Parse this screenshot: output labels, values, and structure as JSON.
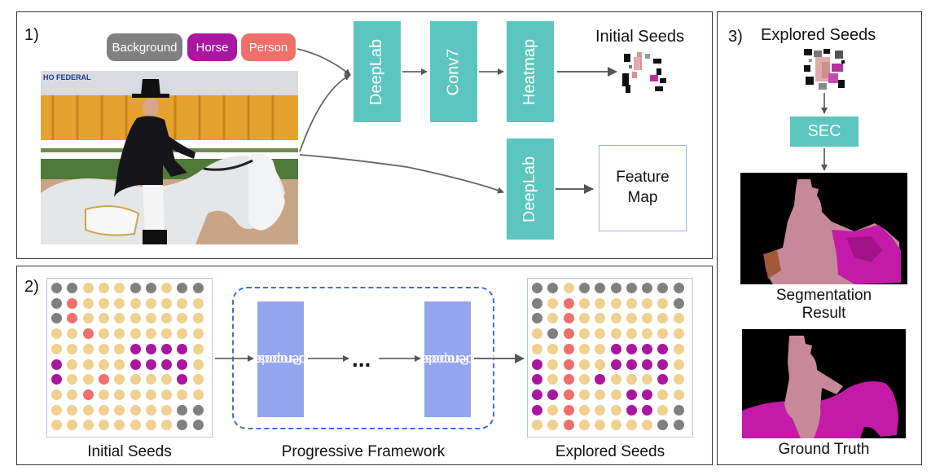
{
  "colors": {
    "background_class": "#808080",
    "horse_class": "#a9169f",
    "person_class": "#ef6f6a",
    "unlabeled": "#f0d08e",
    "conv_block": "#5cc5c0",
    "autoencoder_block": "#93a5ee",
    "dashed_border": "#3b6fd9"
  },
  "panel1": {
    "label": "1)",
    "legend": {
      "background": "Background",
      "horse": "Horse",
      "person": "Person"
    },
    "blocks": {
      "deeplab_top": "DeepLab",
      "conv7": "Conv7",
      "heatmap": "Heatmap",
      "deeplab_bottom": "DeepLab"
    },
    "initial_seeds_title": "Initial Seeds",
    "feature_map_line1": "Feature",
    "feature_map_line2": "Map",
    "photo_sign_text": "HO FEDERAL"
  },
  "panel2": {
    "label": "2)",
    "ae1_line1": "Proposed",
    "ae1_line2": "Autoencoder",
    "ae2_line1": "Proposed",
    "ae2_line2": "Autoencoder",
    "ellipsis": "...",
    "caption_initial": "Initial Seeds",
    "caption_framework": "Progressive Framework",
    "caption_explored": "Explored Seeds",
    "initial_grid": [
      "GGSSSGGSGG",
      "GPSSSSSSSS",
      "GPSSSSSSSS",
      "SSPSSSSSSS",
      "SSSSSHHHHS",
      "HSSSSHHHHS",
      "HSSPSSSSHS",
      "SSPSSSSSSS",
      "SSSSSSSSGG",
      "SSSSSSSSGG"
    ],
    "explored_grid": [
      "GGSGGGGGGG",
      "GSPSSSSSSG",
      "GSPSSSSSSS",
      "SGPSSSSSSS",
      "SSPSSHHHHS",
      "HSPSSHHHHS",
      "HSPSHSSSHS",
      "HHPSSSHHSS",
      "HSPSSSHHSG",
      "SSPSSSSSGG"
    ]
  },
  "panel3": {
    "label": "3)",
    "explored_seeds_title": "Explored Seeds",
    "sec": "SEC",
    "segmentation_line1": "Segmentation",
    "segmentation_line2": "Result",
    "ground_truth": "Ground Truth"
  }
}
